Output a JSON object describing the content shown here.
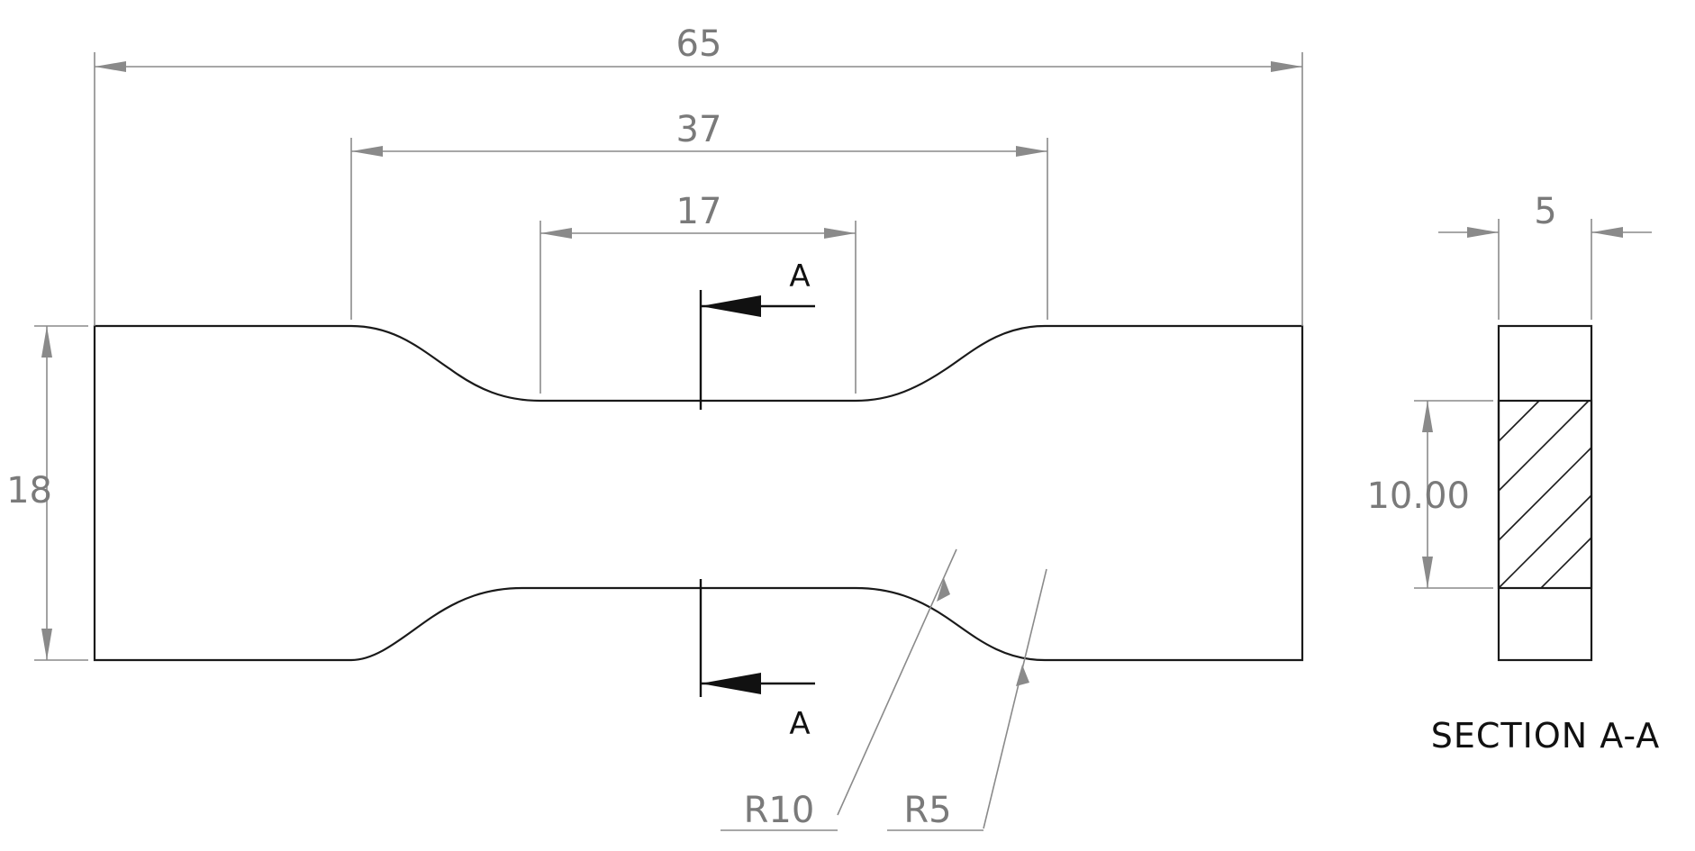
{
  "dimensions": {
    "overall_length": "65",
    "grip_span": "37",
    "gauge_length": "17",
    "overall_width": "18",
    "thickness": "5",
    "gauge_width": "10.00",
    "radius_large": "R10",
    "radius_small": "R5"
  },
  "section": {
    "cut_label_top": "A",
    "cut_label_bottom": "A",
    "title": "SECTION A-A"
  },
  "colors": {
    "outline": "#1a1a1a",
    "dimension": "#8a8a8a"
  }
}
